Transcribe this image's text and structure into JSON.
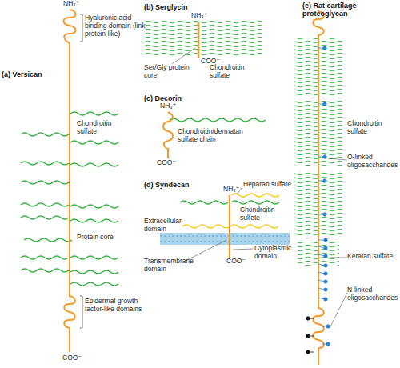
{
  "diagram": {
    "labels": [
      "(a) Versican",
      "NH₃⁺",
      "Hyaluronic acid-binding domain (link-protein-like)",
      "Chondroitin sulfate",
      "Protein core",
      "Epidermal growth factor-like domains",
      "COO⁻",
      "(b) Serglycin",
      "NH₃⁺",
      "Ser/Gly protein core",
      "COO⁻",
      "Chondroitin sulfate",
      "(c) Decorin",
      "NH₃⁺",
      "Chondroitin/dermatan sulfate chain",
      "COO⁻",
      "(d) Syndecan",
      "NH₃⁺",
      "Heparan sulfate",
      "Chondroitin sulfate",
      "Extracellular domain",
      "Cytoplasmic domain",
      "COO⁻",
      "Transmembrane domain",
      "(e) Rat cartilage proteoglycan",
      "Chondroitin sulfate",
      "O-linked oligosaccharides",
      "Keratan sulfate",
      "N-linked oligosaccharides"
    ]
  }
}
